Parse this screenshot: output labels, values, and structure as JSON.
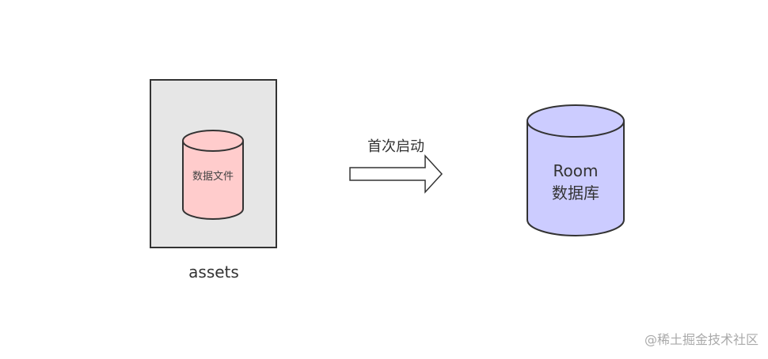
{
  "diagram": {
    "assets_label": "assets",
    "data_file_label": "数据文件",
    "arrow_label": "首次启动",
    "room_db_line1": "Room",
    "room_db_line2": "数据库",
    "watermark": "@稀土掘金技术社区"
  },
  "colors": {
    "assets_box_fill": "#e6e6e6",
    "data_file_fill": "#ffcccc",
    "room_db_fill": "#ccccff",
    "arrow_fill": "#ffffff",
    "stroke": "#333333"
  }
}
